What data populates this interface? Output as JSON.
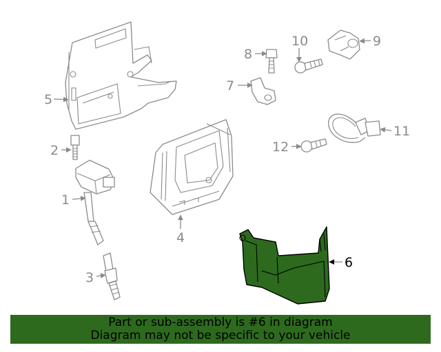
{
  "callouts": {
    "c1": "1",
    "c2": "2",
    "c3": "3",
    "c4": "4",
    "c5": "5",
    "c6": "6",
    "c7": "7",
    "c8": "8",
    "c9": "9",
    "c10": "10",
    "c11": "11",
    "c12": "12"
  },
  "highlighted_part": "6",
  "colors": {
    "highlight": "#2d6a1e",
    "line": "#8a8a8a"
  },
  "banner": {
    "line1": "Part or sub-assembly is #6 in diagram",
    "line2": "Diagram may not be specific to your vehicle"
  }
}
